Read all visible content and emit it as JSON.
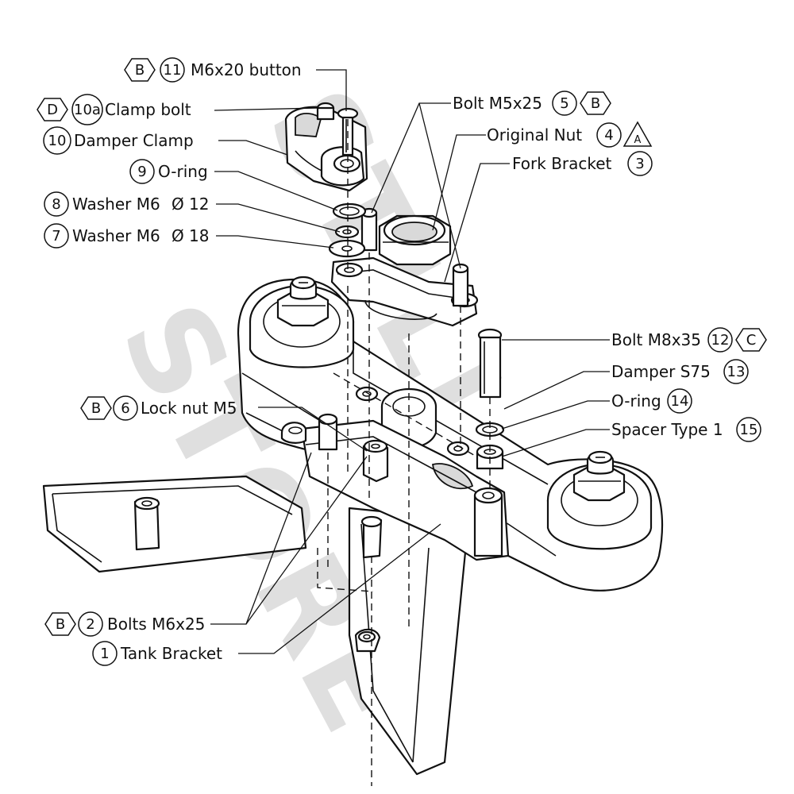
{
  "watermark": {
    "lines": [
      "STILL",
      "STORE"
    ]
  },
  "callouts": [
    {
      "id": "c11",
      "text": "M6x20 button",
      "number": "11",
      "code": "B"
    },
    {
      "id": "c10a",
      "text": "Clamp bolt",
      "number": "10a",
      "code": "D"
    },
    {
      "id": "c10",
      "text": "Damper Clamp",
      "number": "10",
      "code": ""
    },
    {
      "id": "c9",
      "text": "O-ring",
      "number": "9",
      "code": ""
    },
    {
      "id": "c8",
      "text": "Washer M6",
      "number": "8",
      "code": "",
      "dia": "Ø",
      "size": "12"
    },
    {
      "id": "c7",
      "text": "Washer M6",
      "number": "7",
      "code": "",
      "dia": "Ø",
      "size": "18"
    },
    {
      "id": "c5",
      "text": "Bolt M5x25",
      "number": "5",
      "code": "B"
    },
    {
      "id": "c4",
      "text": "Original Nut",
      "number": "4",
      "code": "A"
    },
    {
      "id": "c3",
      "text": "Fork Bracket",
      "number": "3",
      "code": ""
    },
    {
      "id": "c12",
      "text": "Bolt M8x35",
      "number": "12",
      "code": "C"
    },
    {
      "id": "c13",
      "text": "Damper S75",
      "number": "13",
      "code": ""
    },
    {
      "id": "c14",
      "text": "O-ring",
      "number": "14",
      "code": ""
    },
    {
      "id": "c15",
      "text": "Spacer Type 1",
      "number": "15",
      "code": ""
    },
    {
      "id": "c6",
      "text": "Lock nut M5",
      "number": "6",
      "code": "B"
    },
    {
      "id": "c2",
      "text": "Bolts M6x25",
      "number": "2",
      "code": "B"
    },
    {
      "id": "c1",
      "text": "Tank Bracket",
      "number": "1",
      "code": ""
    }
  ]
}
